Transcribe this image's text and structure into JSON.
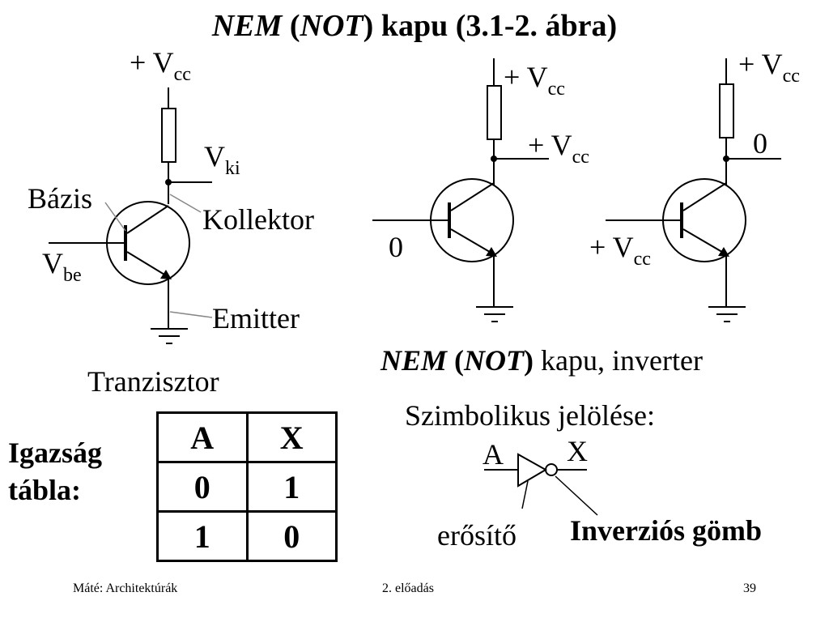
{
  "title": {
    "gate": "NEM",
    "gate_en": "NOT",
    "rest": "kapu (3.1-2. ábra)"
  },
  "transistor": {
    "vcc_plus": "+ V",
    "vcc_sub": "cc",
    "vki_main": "V",
    "vki_sub": "ki",
    "vbe_main": "V",
    "vbe_sub": "be",
    "base_label": "Bázis",
    "collector_label": "Kollektor",
    "emitter_label": "Emitter",
    "caption": "Tranzisztor"
  },
  "inverter_low_input": {
    "vcc_plus": "+ V",
    "vcc_sub": "cc",
    "out_plus": "+ V",
    "out_sub": "cc",
    "input_value": "0"
  },
  "inverter_high_input": {
    "vcc_plus": "+ V",
    "vcc_sub": "cc",
    "output_value": "0",
    "in_plus": "+ V",
    "in_sub": "cc"
  },
  "inverter_caption": {
    "gate": "NEM",
    "gate_en": "NOT",
    "rest": "kapu, inverter"
  },
  "truth_table": {
    "label_line1": "Igazság",
    "label_line2": "tábla:",
    "headers": [
      "A",
      "X"
    ],
    "rows": [
      [
        "0",
        "1"
      ],
      [
        "1",
        "0"
      ]
    ]
  },
  "symbol": {
    "heading": "Szimbolikus jelölése:",
    "input": "A",
    "output": "X",
    "amplifier_label": "erősítő",
    "bubble_label": "Inverziós gömb"
  },
  "footer": {
    "left": "Máté: Architektúrák",
    "center": "2. előadás",
    "page": "39"
  }
}
